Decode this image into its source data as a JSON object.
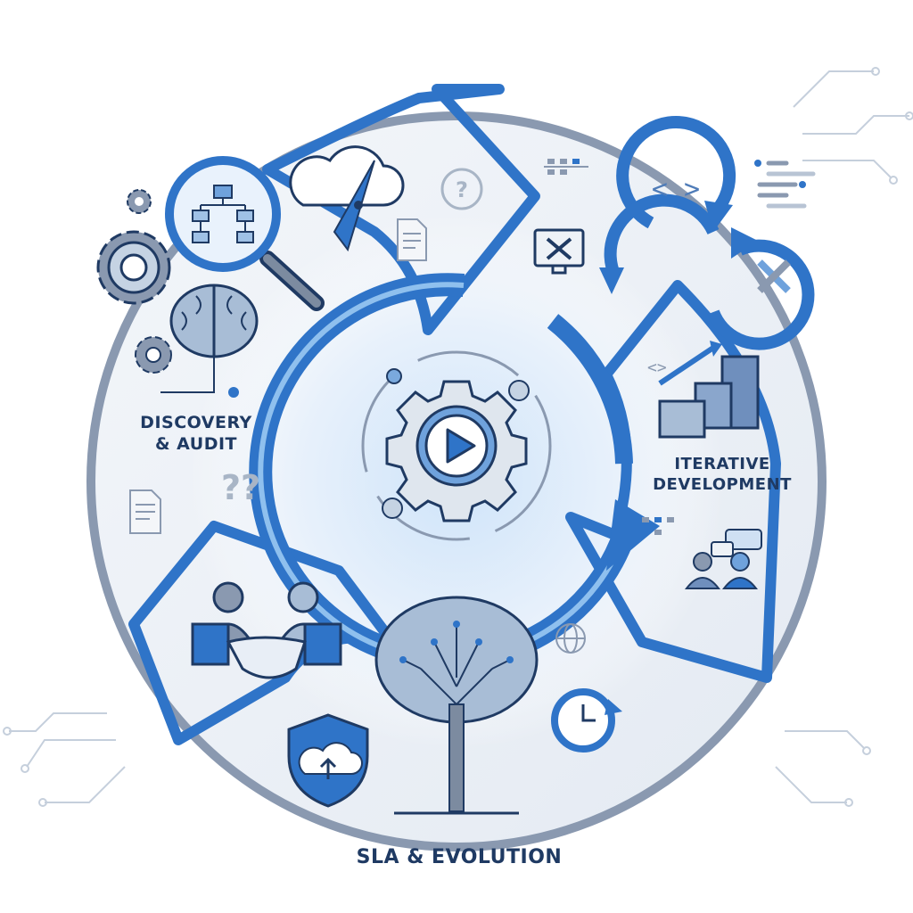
{
  "diagram": {
    "type": "cycle",
    "colors": {
      "primary_blue": "#2f74c8",
      "dark_navy": "#1f3a63",
      "light_blue": "#d8e8f8",
      "gray_ring": "#8a99b0",
      "panel_fill": "#eef2f7"
    },
    "center": {
      "icon": "gear-play-icon"
    },
    "stages": [
      {
        "label": "DISCOVERY\n& AUDIT",
        "line1": "DISCOVERY",
        "line2": "& AUDIT",
        "icons": [
          "magnifier-flowchart-icon",
          "gear-icon",
          "brain-icon",
          "cloud-compass-icon",
          "question-icon",
          "document-icon"
        ]
      },
      {
        "label": "ITERATIVE DEVELOPMENT",
        "line1": "ITERATIVE",
        "line2": "DEVELOPMENT",
        "icons": [
          "cycle-arrows-icon",
          "code-brackets-icon",
          "tools-icon",
          "building-blocks-icon",
          "kanban-icon",
          "chat-users-icon"
        ]
      },
      {
        "label": "SLA & EVOLUTION",
        "line1": "SLA & EVOLUTION",
        "icons": [
          "handshake-icon",
          "shield-cloud-upload-icon",
          "circuit-tree-icon",
          "clock-refresh-icon",
          "globe-icon"
        ]
      }
    ]
  }
}
